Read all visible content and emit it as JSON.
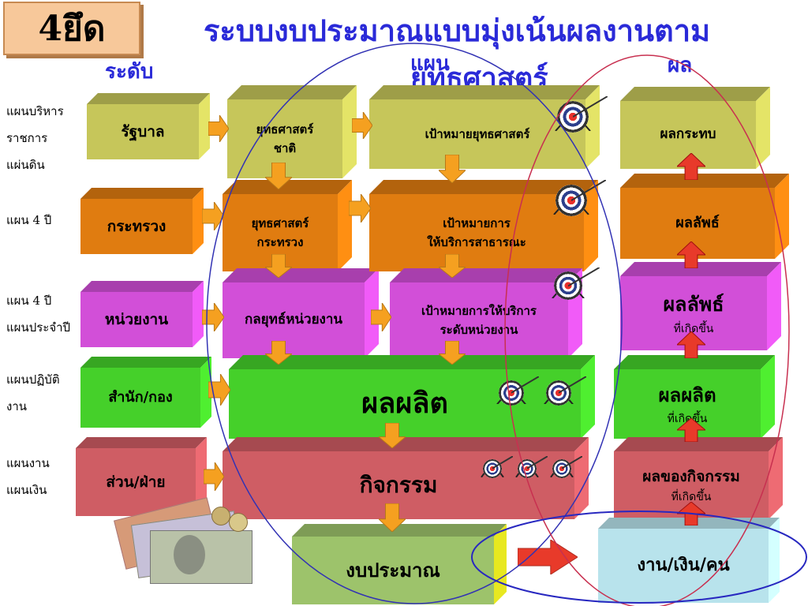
{
  "badge": "4ยึด",
  "title": {
    "line1": "ระบบงบประมาณแบบมุ่งเน้นผลงานตาม",
    "line2": "ยุทธศาสตร์"
  },
  "headers": {
    "level": "ระดับ",
    "plan": "แผน",
    "result": "ผล"
  },
  "side_labels": [
    [
      "แผนบริหาร",
      "ราชการ",
      "แผ่นดิน"
    ],
    [
      "แผน 4 ปี"
    ],
    [
      "แผน 4 ปี",
      "แผนประจำปี"
    ],
    [
      "แผนปฏิบัติ",
      "งาน"
    ],
    [
      "แผนงาน",
      "แผนเงิน"
    ]
  ],
  "levels": [
    "รัฐบาล",
    "กระทรวง",
    "หน่วยงาน",
    "สำนัก/กอง",
    "ส่วน/ฝ่าย"
  ],
  "strategy": [
    "ยุทธศาสตร์\nชาติ",
    "ยุทธศาสตร์\nกระทรวง",
    "กลยุทธ์หน่วยงาน"
  ],
  "targets": [
    "เป้าหมายยุทธศาสตร์",
    "เป้าหมายการ\nให้บริการสาธารณะ",
    "เป้าหมายการให้บริการ\nระดับหน่วยงาน"
  ],
  "output": "ผลผลิต",
  "activity": "กิจกรรม",
  "budget": "งบประมาณ",
  "results": {
    "impact": "ผลกระทบ",
    "outcome1": "ผลลัพธ์",
    "outcome2_title": "ผลลัพธ์",
    "outcome2_sub": "ที่เกิดขึ้น",
    "output_title": "ผลผลิต",
    "output_sub": "ที่เกิดขึ้น",
    "activity_title": "ผลของกิจกรรม",
    "activity_sub": "ที่เกิดขึ้น"
  },
  "resources": "งาน/เงิน/คน",
  "colors": {
    "olive": "#c6c65a",
    "orange": "#e07c10",
    "magenta": "#d24fd8",
    "green": "#45d02a",
    "red": "#cf5d64",
    "budget_green": "#9dc36b",
    "resource_cyan": "#b8e3ec",
    "title_blue": "#2a2ad8",
    "ellipse_blue": "#3232b4",
    "ellipse_red": "#c83050"
  }
}
